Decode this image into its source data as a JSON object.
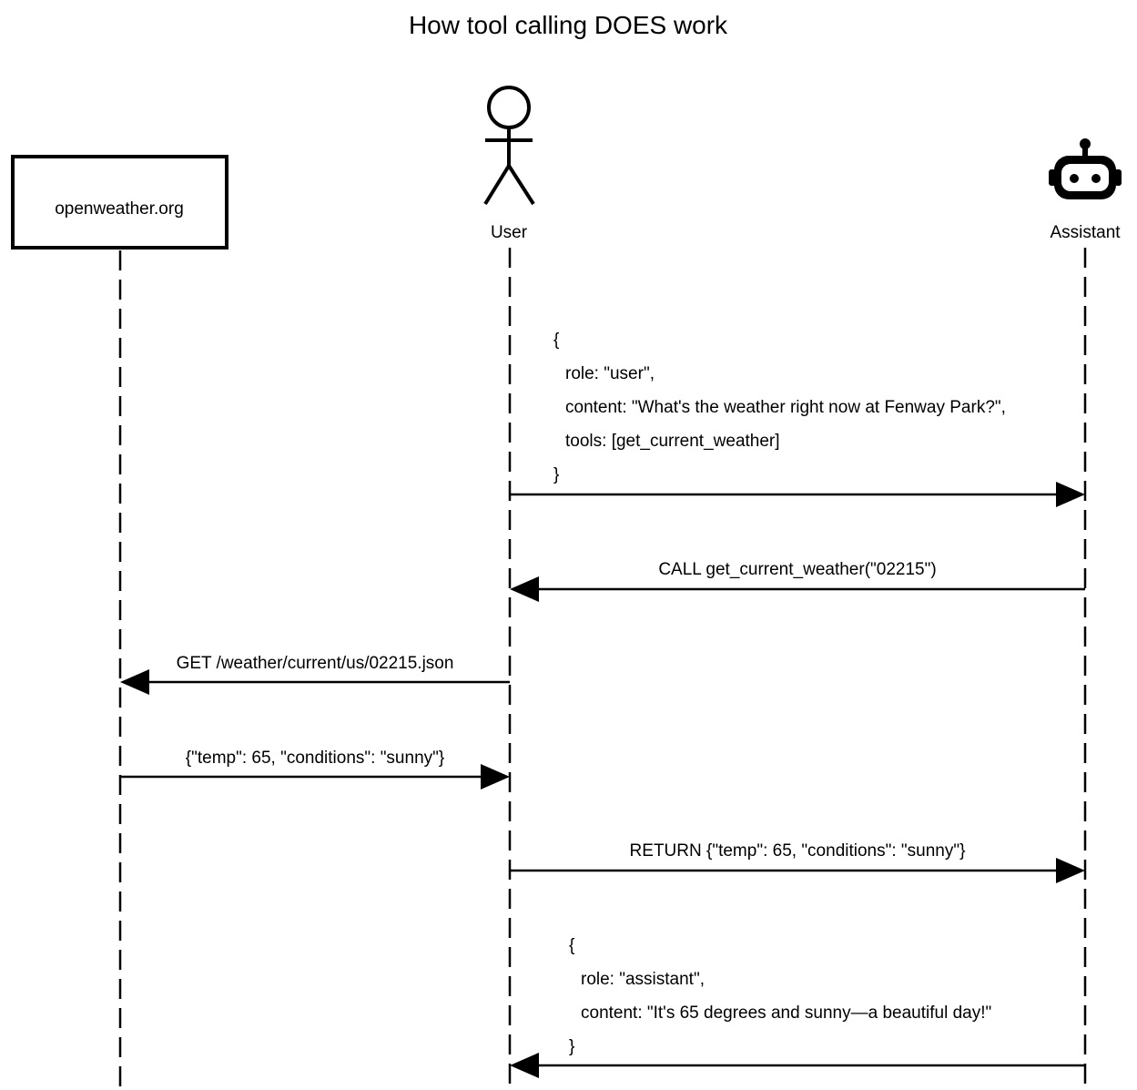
{
  "title": "How tool calling DOES work",
  "participants": {
    "server": {
      "label": "openweather.org",
      "shape": "box"
    },
    "user": {
      "label": "User",
      "shape": "stick-figure-icon"
    },
    "assistant": {
      "label": "Assistant",
      "shape": "robot-icon"
    }
  },
  "messages": [
    {
      "from": "user",
      "to": "assistant",
      "lines": [
        "{",
        "role: \"user\",",
        "content: \"What's the weather right now at Fenway Park?\",",
        "tools: [get_current_weather]",
        "}"
      ]
    },
    {
      "from": "assistant",
      "to": "user",
      "lines": [
        "CALL get_current_weather(\"02215\")"
      ]
    },
    {
      "from": "user",
      "to": "server",
      "lines": [
        "GET /weather/current/us/02215.json"
      ]
    },
    {
      "from": "server",
      "to": "user",
      "lines": [
        "{\"temp\": 65, \"conditions\": \"sunny\"}"
      ]
    },
    {
      "from": "user",
      "to": "assistant",
      "lines": [
        "RETURN {\"temp\": 65, \"conditions\": \"sunny\"}"
      ]
    },
    {
      "from": "assistant",
      "to": "user",
      "lines": [
        "{",
        "role: \"assistant\",",
        "content: \"It's 65 degrees and sunny—a beautiful day!\"",
        "}"
      ]
    }
  ]
}
